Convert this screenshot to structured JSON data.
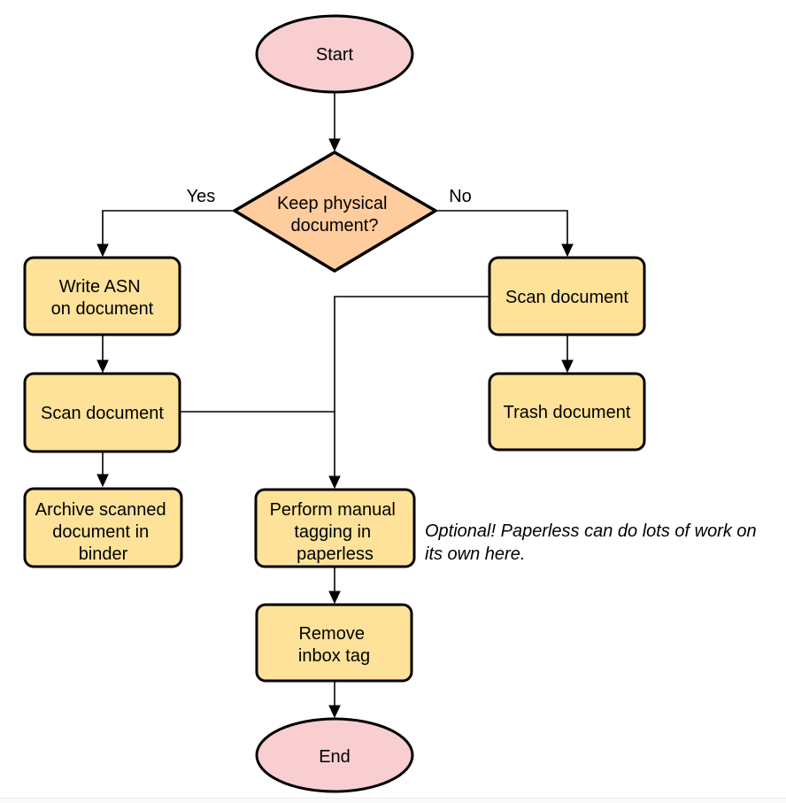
{
  "colors": {
    "background": "#ffffff",
    "terminal_fill": "#f8ced1",
    "decision_fill": "#ffcc9e",
    "process_fill": "#ffe29a",
    "stroke": "#000000",
    "edge": "#000000"
  },
  "nodes": {
    "start": {
      "type": "terminal",
      "label": "Start"
    },
    "decision_keep_physical": {
      "type": "decision",
      "line1": "Keep physical",
      "line2": "document?"
    },
    "write_asn": {
      "type": "process",
      "line1": "Write ASN",
      "line2": "on document"
    },
    "scan_document_left": {
      "type": "process",
      "line1": "Scan document"
    },
    "archive_binder": {
      "type": "process",
      "line1": "Archive scanned",
      "line2": "document in",
      "line3": "binder"
    },
    "scan_document_right": {
      "type": "process",
      "line1": "Scan document"
    },
    "trash_document": {
      "type": "process",
      "line1": "Trash document"
    },
    "manual_tagging": {
      "type": "process",
      "line1": "Perform manual",
      "line2": "tagging in",
      "line3": "paperless"
    },
    "remove_inbox_tag": {
      "type": "process",
      "line1": "Remove",
      "line2": "inbox tag"
    },
    "end": {
      "type": "terminal",
      "label": "End"
    }
  },
  "edge_labels": {
    "yes": "Yes",
    "no": "No"
  },
  "annotation": {
    "line1": "Optional! Paperless can do lots of work on",
    "line2": "its own here."
  }
}
